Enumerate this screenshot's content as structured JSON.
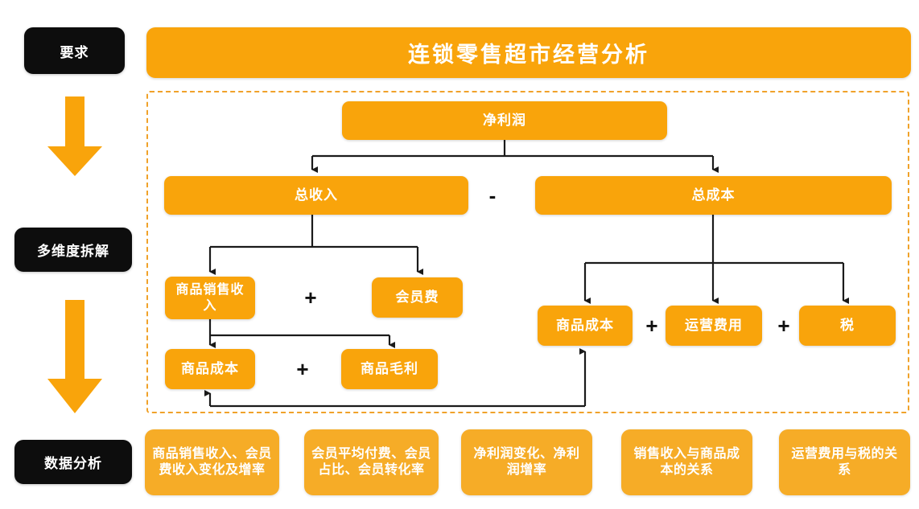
{
  "header": {
    "title": "连锁零售超市经营分析"
  },
  "rail": {
    "stages": [
      {
        "label": "要求",
        "name": "stage-requirements"
      },
      {
        "label": "多维度拆解",
        "name": "stage-multidimensional-breakdown"
      },
      {
        "label": "数据分析",
        "name": "stage-data-analysis"
      }
    ],
    "arrows": [
      {
        "name": "down-arrow-icon-1"
      },
      {
        "name": "down-arrow-icon-2"
      }
    ]
  },
  "tree": {
    "root": {
      "label": "净利润"
    },
    "level2": {
      "left": {
        "label": "总收入"
      },
      "operator": "-",
      "right": {
        "label": "总成本"
      }
    },
    "revenue_children": {
      "first": {
        "label": "商品销售收入"
      },
      "operator": "+",
      "second": {
        "label": "会员费"
      }
    },
    "sales_children": {
      "first": {
        "label": "商品成本"
      },
      "operator": "+",
      "second": {
        "label": "商品毛利"
      }
    },
    "cost_children": {
      "first": {
        "label": "商品成本"
      },
      "operator_1": "+",
      "second": {
        "label": "运营费用"
      },
      "operator_2": "+",
      "third": {
        "label": "税"
      }
    }
  },
  "analysis": {
    "cards": [
      {
        "label": "商品销售收入、会员费收入变化及增率"
      },
      {
        "label": "会员平均付费、会员占比、会员转化率"
      },
      {
        "label": "净利润变化、净利润增率"
      },
      {
        "label": "销售收入与商品成本的关系"
      },
      {
        "label": "运营费用与税的关系"
      }
    ]
  },
  "colors": {
    "accent_orange": "#f9a40b",
    "card_orange": "#f6ac27",
    "dash_border": "#f0a22a",
    "chip_black": "#0d0d0d",
    "connector": "#1a1a1a",
    "text_on_accent": "#ffffff"
  }
}
